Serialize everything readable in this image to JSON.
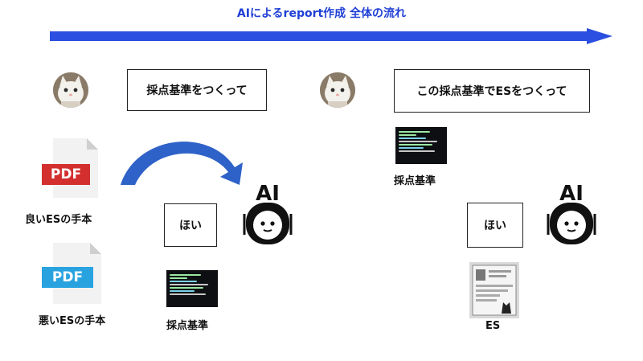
{
  "header": {
    "title": "AIによるreport作成 全体の流れ",
    "arrow_color": "#2b4fe0"
  },
  "left_flow": {
    "user_avatar_icon": "white-cat-avatar-icon",
    "request_text": "採点基準をつくって",
    "good_es_label": "良いESの手本",
    "good_pdf_text": "PDF",
    "good_pdf_color": "#d32f2f",
    "bad_es_label": "悪いESの手本",
    "bad_pdf_text": "PDF",
    "bad_pdf_color": "#29a3e0",
    "ai_reply": "ほい",
    "ai_label": "AI",
    "output_label": "採点基準"
  },
  "right_flow": {
    "user_avatar_icon": "white-cat-avatar-icon",
    "request_text": "この採点基準でESをつくって",
    "input_label": "採点基準",
    "ai_reply": "ほい",
    "ai_label": "AI",
    "output_label": "ES"
  },
  "curve_arrow_color": "#2f62c8"
}
